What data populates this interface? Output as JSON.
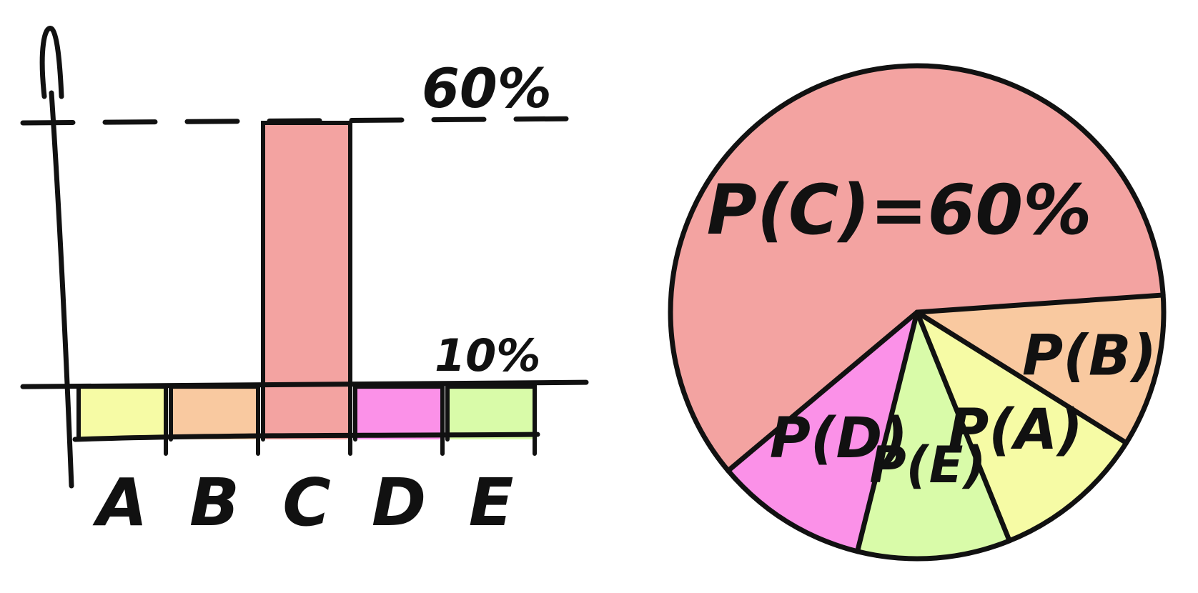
{
  "chart_data": [
    {
      "type": "bar",
      "categories": [
        "A",
        "B",
        "C",
        "D",
        "E"
      ],
      "values": [
        10,
        10,
        60,
        10,
        10
      ],
      "reference_lines": [
        {
          "value": 60,
          "label": "60%"
        },
        {
          "value": 10,
          "label": "10%"
        }
      ],
      "ylim": [
        0,
        70
      ],
      "colors": {
        "A": "#f6fba5",
        "B": "#f9c9a0",
        "C": "#f3a3a1",
        "D": "#fb91e8",
        "E": "#d9fba9"
      },
      "grid": false
    },
    {
      "type": "pie",
      "slices": [
        {
          "category": "C",
          "label": "P(C)=60%",
          "value": 60,
          "color": "#f3a3a1"
        },
        {
          "category": "B",
          "label": "P(B)",
          "value": 10,
          "color": "#f9c9a0"
        },
        {
          "category": "A",
          "label": "P(A)",
          "value": 10,
          "color": "#f6fba5"
        },
        {
          "category": "E",
          "label": "P(E)",
          "value": 10,
          "color": "#d9fba9"
        },
        {
          "category": "D",
          "label": "P(D)",
          "value": 10,
          "color": "#fb91e8"
        }
      ]
    }
  ]
}
